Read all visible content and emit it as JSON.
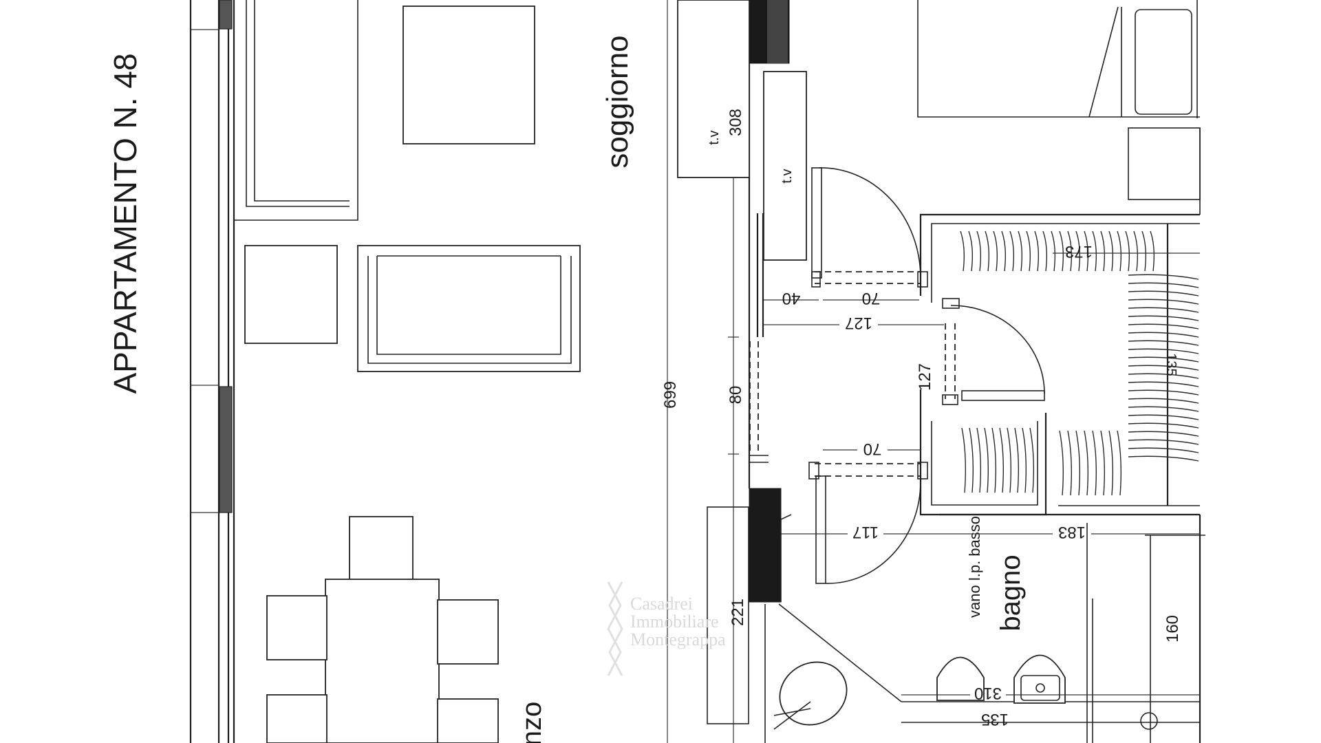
{
  "title": "APPARTAMENTO N. 48",
  "rooms": {
    "living": "soggiorno",
    "bath": "bagno",
    "bath_note": "vano l.p. basso",
    "dining_partial": "nzo",
    "tv_left": "t.v",
    "tv_right": "t.v"
  },
  "dimensions": {
    "d699": "699",
    "d308": "308",
    "d80": "80",
    "d221": "221",
    "d127_h": "127",
    "d127_v": "127",
    "d40": "40",
    "d70_top": "70",
    "d70_bottom": "70",
    "d117": "117",
    "d183": "183",
    "d173": "173",
    "d135_closet": "135",
    "d160": "160",
    "d310": "310",
    "d135_bath": "135"
  },
  "watermark": {
    "line1": "Casadrei",
    "line2": "Immobiliare",
    "line3": "Montegrappa"
  },
  "colors": {
    "ink": "#1a1a1a",
    "paper": "#ffffff",
    "watermark": "#d9d9d9"
  }
}
